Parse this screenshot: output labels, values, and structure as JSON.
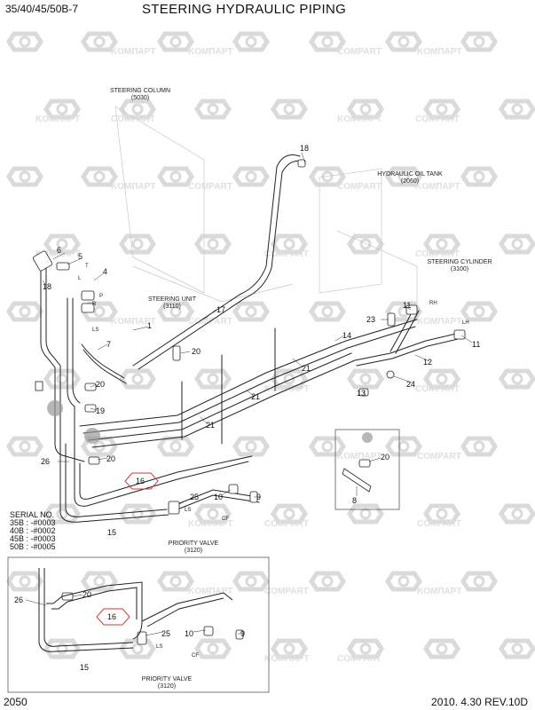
{
  "header": {
    "model": "35/40/45/50B-7",
    "title": "STEERING HYDRAULIC PIPING"
  },
  "footer": {
    "page": "2050",
    "date_rev": "2010. 4.30  REV.10D"
  },
  "watermark": {
    "brand_1": "KOMПAPT",
    "brand_2": "COMPART"
  },
  "labels": {
    "steering_column": "STEERING COLUMN",
    "steering_column_code": "(5030)",
    "hydraulic_oil_tank": "HYDRAULIC OIL TANK",
    "hydraulic_oil_tank_code": "(2060)",
    "steering_cylinder": "STEERING CYLINDER",
    "steering_cylinder_code": "(3100)",
    "steering_unit": "STEERING UNIT",
    "steering_unit_code": "(3110)",
    "priority_valve_top": "PRIORITY VALVE",
    "priority_valve_top_code": "(3120)",
    "priority_valve_bottom": "PRIORITY VALVE",
    "priority_valve_bottom_code": "(3120)"
  },
  "port_labels": {
    "t": "T",
    "l": "L",
    "p": "P",
    "r": "R",
    "ls": "LS",
    "rh": "RH",
    "lh": "LH",
    "cf": "CF"
  },
  "serial": {
    "title": "SERIAL NO.",
    "rows": [
      "35B : -#0003",
      "40B : -#0002",
      "45B : -#0003",
      "50B : -#0005"
    ]
  },
  "part_numbers": {
    "p18a": "18",
    "p6": "6",
    "p5": "5",
    "p4": "4",
    "p18b": "18",
    "p17": "17",
    "p1": "1",
    "p7": "7",
    "p20a": "20",
    "p20b": "20",
    "p19": "19",
    "p14": "14",
    "p23": "23",
    "p11a": "11",
    "p11b": "11",
    "p12": "12",
    "p13": "13",
    "p24": "24",
    "p21a": "21",
    "p21b": "21",
    "p21c": "21",
    "p26a": "26",
    "p20c": "20",
    "p16a": "16",
    "p25a": "25",
    "p10a": "10",
    "p9a": "9",
    "p15a": "15",
    "p20d": "20",
    "p8": "8",
    "p26b": "26",
    "p20e": "20",
    "p16b": "16",
    "p25b": "25",
    "p10b": "10",
    "p9b": "9",
    "p15b": "15"
  }
}
